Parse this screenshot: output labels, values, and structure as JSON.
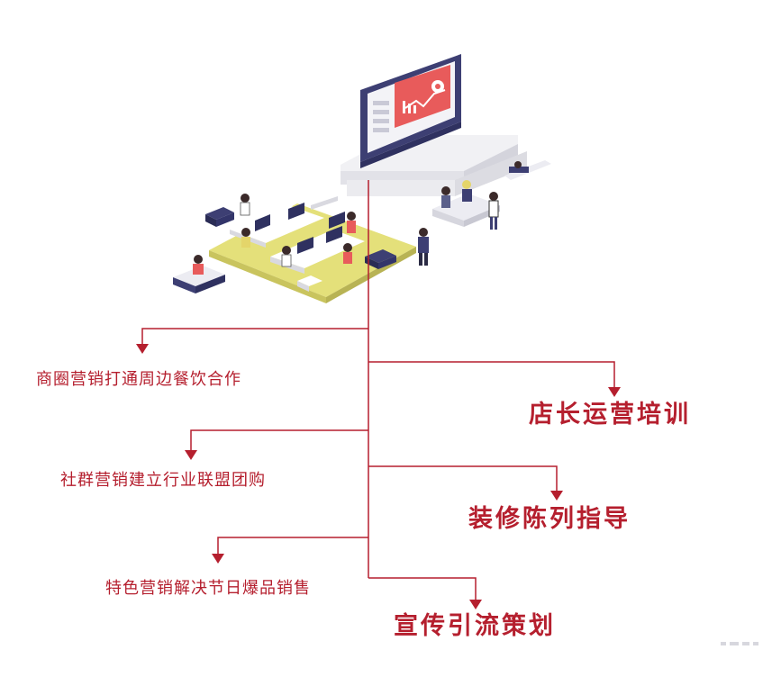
{
  "colors": {
    "accent": "#b51f2e",
    "platform_yellow": "#e4e07a",
    "monitor_frame": "#3d3f73",
    "screen_red": "#e85b5b"
  },
  "branches": {
    "left": [
      {
        "label": "商圈营销打通周边餐饮合作"
      },
      {
        "label": "社群营销建立行业联盟团购"
      },
      {
        "label": "特色营销解决节日爆品销售"
      }
    ],
    "right": [
      {
        "label": "店长运营培训"
      },
      {
        "label": "装修陈列指导"
      },
      {
        "label": "宣传引流策划"
      }
    ]
  }
}
